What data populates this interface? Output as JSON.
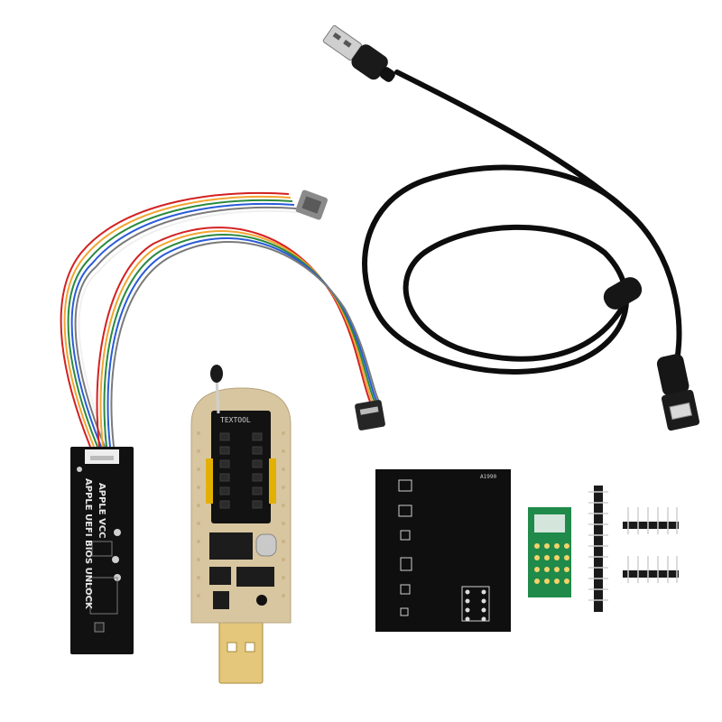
{
  "photo": {
    "background": "#ffffff",
    "items": [
      {
        "id": "usb-extension-cable",
        "name": "USB-A male to USB-A female extension cable with ferrite core",
        "color": "#111111"
      },
      {
        "id": "programmer",
        "name": "CH341A USB programmer",
        "color": "#d9c7a0"
      },
      {
        "id": "unlock-board",
        "name": "APPLE UEFI BIOS UNLOCK board"
      },
      {
        "id": "ribbon-cable",
        "name": "multicolor wire cable with connectors"
      },
      {
        "id": "adapter-board-large",
        "name": "black SOIC/WSON adapter board"
      },
      {
        "id": "adapter-board-small",
        "name": "green SOP8 adapter board",
        "color": "#1f8a4a"
      },
      {
        "id": "pin-headers",
        "name": "pin header strips"
      }
    ]
  },
  "labels": {
    "unlock_line1": "APPLE VCC",
    "unlock_line2": "APPLE UEFI BIOS UNLOCK",
    "socket_brand": "TEXTOOL",
    "black_board_code": "A1990"
  }
}
